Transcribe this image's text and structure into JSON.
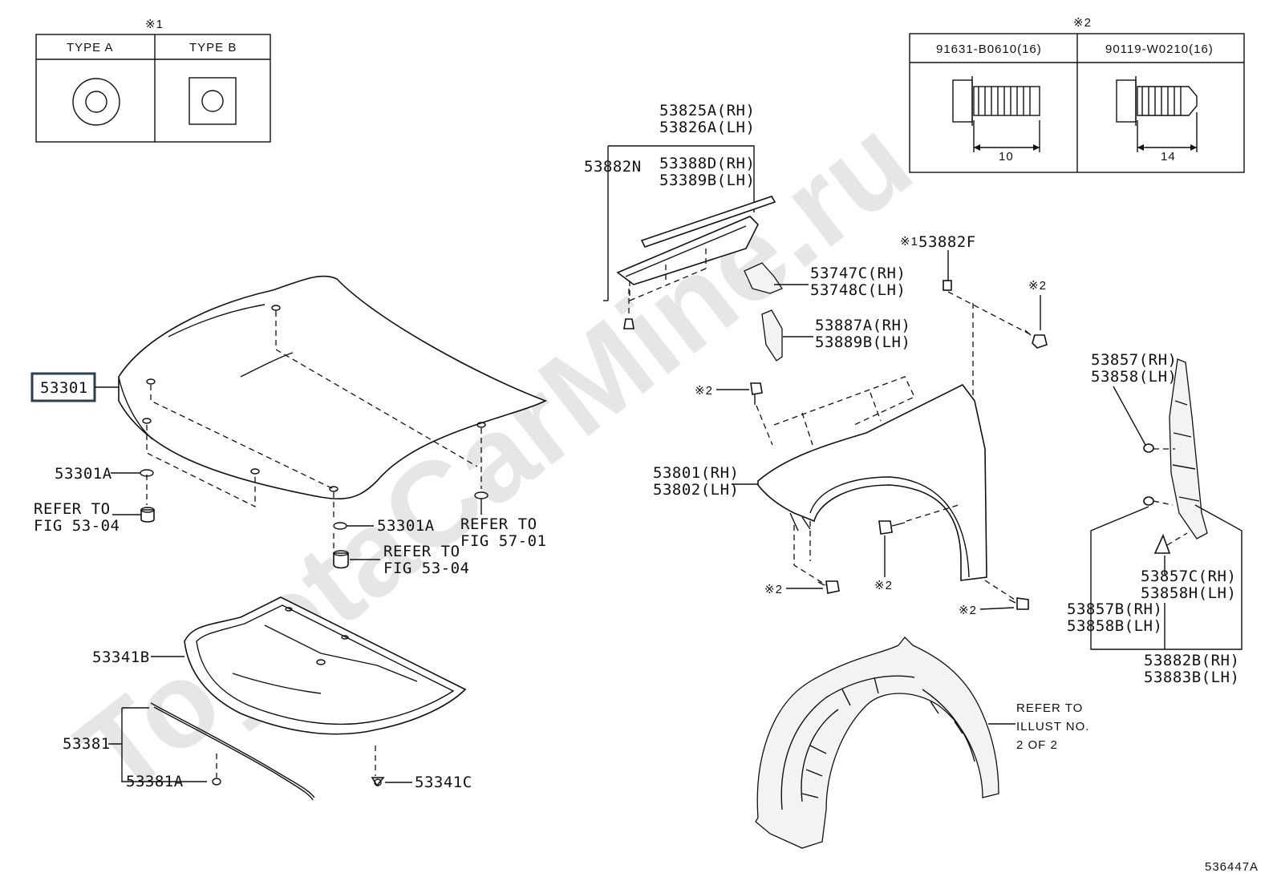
{
  "watermark": "ToyotaCarMine.ru",
  "note1": {
    "mark": "※1",
    "type_a": "TYPE A",
    "type_b": "TYPE B"
  },
  "note2": {
    "mark": "※2",
    "bolt1_part": "91631-B0610(16)",
    "bolt1_length": "10",
    "bolt2_part": "90119-W0210(16)",
    "bolt2_length": "14"
  },
  "hood": {
    "part_highlighted": "53301",
    "seal_left": "53301A",
    "refer_left_1": "REFER TO",
    "refer_left_2": "FIG 53-04",
    "seal_center": "53301A",
    "refer_center_1": "REFER TO",
    "refer_center_2": "FIG 53-04",
    "refer_right_1": "REFER TO",
    "refer_right_2": "FIG 57-01"
  },
  "insulator": {
    "part": "53341B",
    "rod": "53381",
    "clip": "53381A",
    "clip2": "53341C"
  },
  "fender_top": {
    "p1_rh": "53825A(RH)",
    "p1_lh": "53826A(LH)",
    "p2": "53882N",
    "p3_rh": "53388D(RH)",
    "p3_lh": "53389B(LH)",
    "p4_rh": "53747C(RH)",
    "p4_lh": "53748C(LH)",
    "p5_rh": "53887A(RH)",
    "p5_lh": "53889B(LH)",
    "p6_mark": "※1",
    "p6": "53882F",
    "mark2_a": "※2",
    "mark2_b": "※2"
  },
  "fender": {
    "rh": "53801(RH)",
    "lh": "53802(LH)",
    "mark2_c": "※2",
    "mark2_d": "※2",
    "mark2_e": "※2"
  },
  "side": {
    "p1_rh": "53857(RH)",
    "p1_lh": "53858(LH)",
    "p2_rh": "53857C(RH)",
    "p2_lh": "53858H(LH)",
    "p3_rh": "53857B(RH)",
    "p3_lh": "53858B(LH)",
    "p4_rh": "53882B(RH)",
    "p4_lh": "53883B(LH)"
  },
  "liner": {
    "refer_1": "REFER TO",
    "refer_2": "ILLUST NO.",
    "refer_3": "2 OF 2"
  },
  "figure_id": "536447A"
}
